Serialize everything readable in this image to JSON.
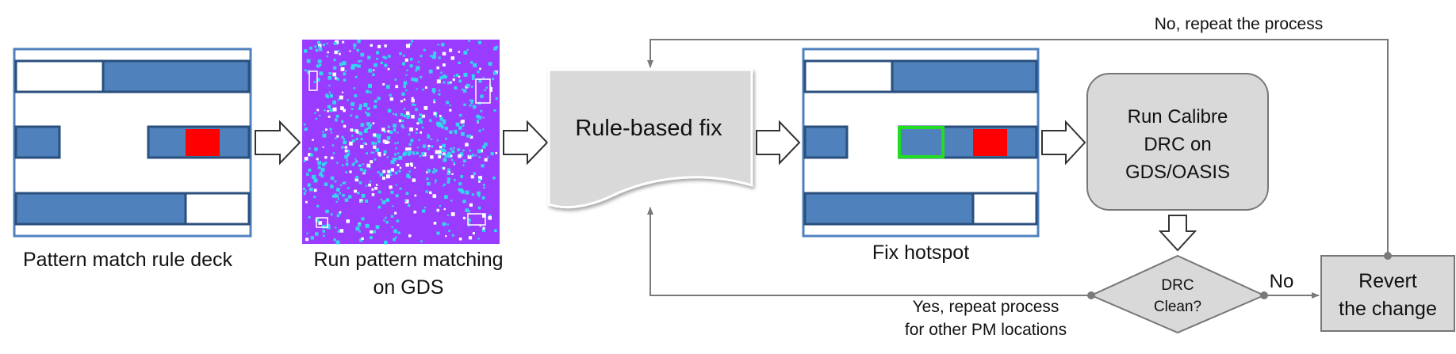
{
  "labels": {
    "rule_deck": "Pattern match rule deck",
    "run_pm_line1": "Run pattern matching",
    "run_pm_line2": "on GDS",
    "rule_fix": "Rule-based fix",
    "fix_hotspot": "Fix hotspot",
    "calibre_line1": "Run Calibre",
    "calibre_line2": "DRC on",
    "calibre_line3": "GDS/OASIS",
    "drc_line1": "DRC",
    "drc_line2": "Clean?",
    "no": "No",
    "revert_line1": "Revert",
    "revert_line2": "the change",
    "no_repeat": "No, repeat the process",
    "yes_line1": "Yes, repeat process",
    "yes_line2": "for other PM locations"
  },
  "colors": {
    "layout_blue": "#4f81bd",
    "layout_border": "#2a4f7c",
    "hotspot_red": "#ff0000",
    "fix_green": "#22dd22",
    "node_gray": "#d9d9d9",
    "gds_purple": "#9a3cff",
    "gds_cyan": "#33d6f0",
    "connector": "#7a7a7a"
  },
  "icons": [
    "block-arrow-icon",
    "gds-layout-image"
  ]
}
